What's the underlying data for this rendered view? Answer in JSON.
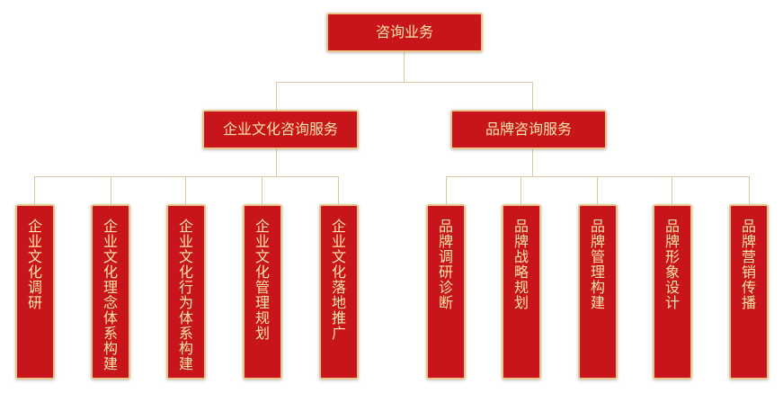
{
  "root": {
    "label": "咨询业务"
  },
  "branches": [
    {
      "label": "企业文化咨询服务",
      "children": [
        "企业文化调研",
        "企业文化理念体系构建",
        "企业文化行为体系构建",
        "企业文化管理规划",
        "企业文化落地推广"
      ]
    },
    {
      "label": "品牌咨询服务",
      "children": [
        "品牌调研诊断",
        "品牌战略规划",
        "品牌管理构建",
        "品牌形象设计",
        "品牌营销传播"
      ]
    }
  ],
  "colors": {
    "box_fill": "#c8151b",
    "box_border": "#e8c58a",
    "text": "#ffe6a8",
    "connector": "#dcc9a3"
  }
}
